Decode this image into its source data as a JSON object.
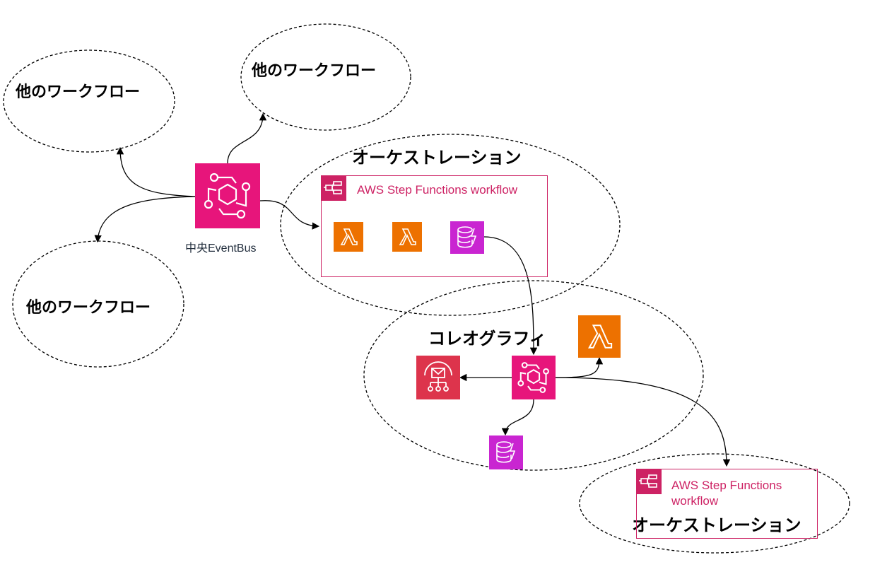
{
  "central_bus": {
    "label": "中央EventBus",
    "icon": "eventbridge-icon",
    "color": "#e7157b"
  },
  "groups": {
    "other_workflow_top_left": "他のワークフロー",
    "other_workflow_top_right": "他のワークフロー",
    "other_workflow_bottom_left": "他のワークフロー",
    "orchestration_top": "オーケストレーション",
    "choreography": "コレオグラフィ",
    "orchestration_bottom": "オーケストレーション"
  },
  "step_functions_top": {
    "title": "AWS Step Functions workflow",
    "icon": "step-functions-icon"
  },
  "step_functions_bottom": {
    "title_line1": "AWS Step Functions",
    "title_line2": "workflow",
    "icon": "step-functions-icon"
  },
  "colors": {
    "step_functions": "#cd2264",
    "lambda": "#ed7100",
    "dynamodb": "#c925d1",
    "eventbridge": "#e7157b",
    "sns": "#dd344c"
  },
  "icons": [
    "lambda-icon",
    "dynamodb-icon",
    "eventbridge-icon",
    "sns-icon",
    "step-functions-icon"
  ]
}
